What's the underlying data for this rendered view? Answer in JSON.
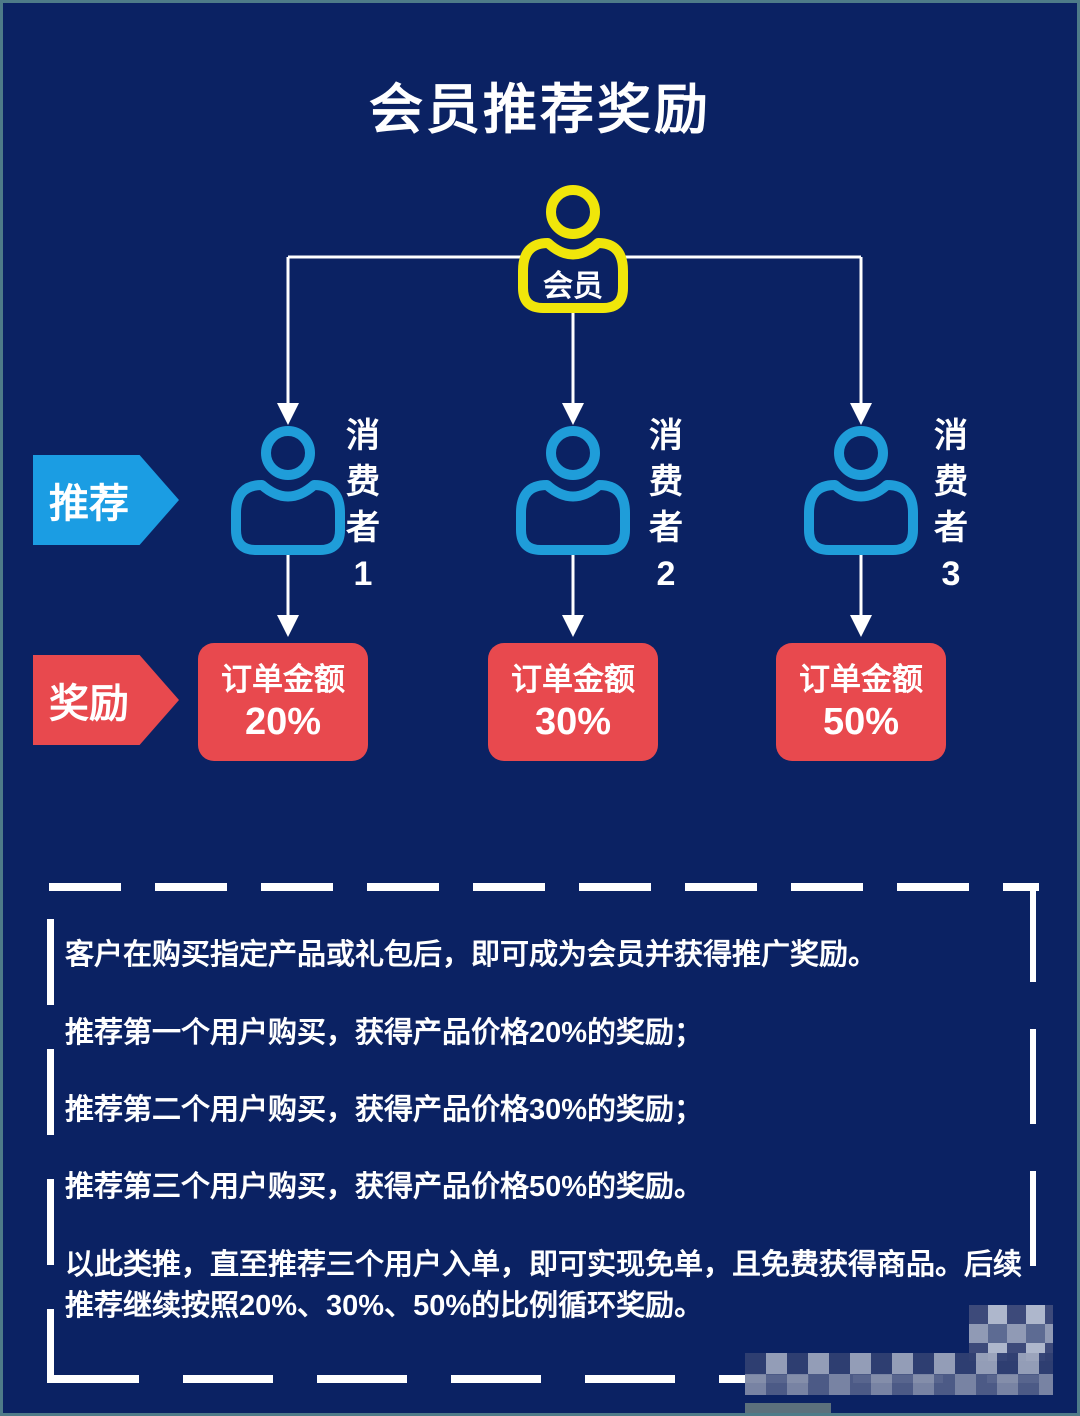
{
  "title": "会员推荐奖励",
  "colors": {
    "background": "#0b2263",
    "member_yellow": "#f0e60a",
    "consumer_blue": "#1f9dd9",
    "referral_blue": "#1b9de3",
    "reward_red": "#e8494e",
    "line_white": "#ffffff"
  },
  "diagram": {
    "root": {
      "label": "会员"
    },
    "side_tags": {
      "referral": "推荐",
      "reward": "奖励"
    },
    "consumers": [
      {
        "name": "消费者1",
        "chars": [
          "消",
          "费",
          "者",
          "1"
        ],
        "reward_title": "订单金额",
        "reward_value": "20%"
      },
      {
        "name": "消费者2",
        "chars": [
          "消",
          "费",
          "者",
          "2"
        ],
        "reward_title": "订单金额",
        "reward_value": "30%"
      },
      {
        "name": "消费者3",
        "chars": [
          "消",
          "费",
          "者",
          "3"
        ],
        "reward_title": "订单金额",
        "reward_value": "50%"
      }
    ]
  },
  "notes": {
    "p1": "客户在购买指定产品或礼包后，即可成为会员并获得推广奖励。",
    "p2": "推荐第一个用户购买，获得产品价格20%的奖励；",
    "p3": "推荐第二个用户购买，获得产品价格30%的奖励；",
    "p4": "推荐第三个用户购买，获得产品价格50%的奖励。",
    "p5": "以此类推，直至推荐三个用户入单，即可实现免单，且免费获得商品。后续\n推荐继续按照20%、30%、50%的比例循环奖励。"
  }
}
